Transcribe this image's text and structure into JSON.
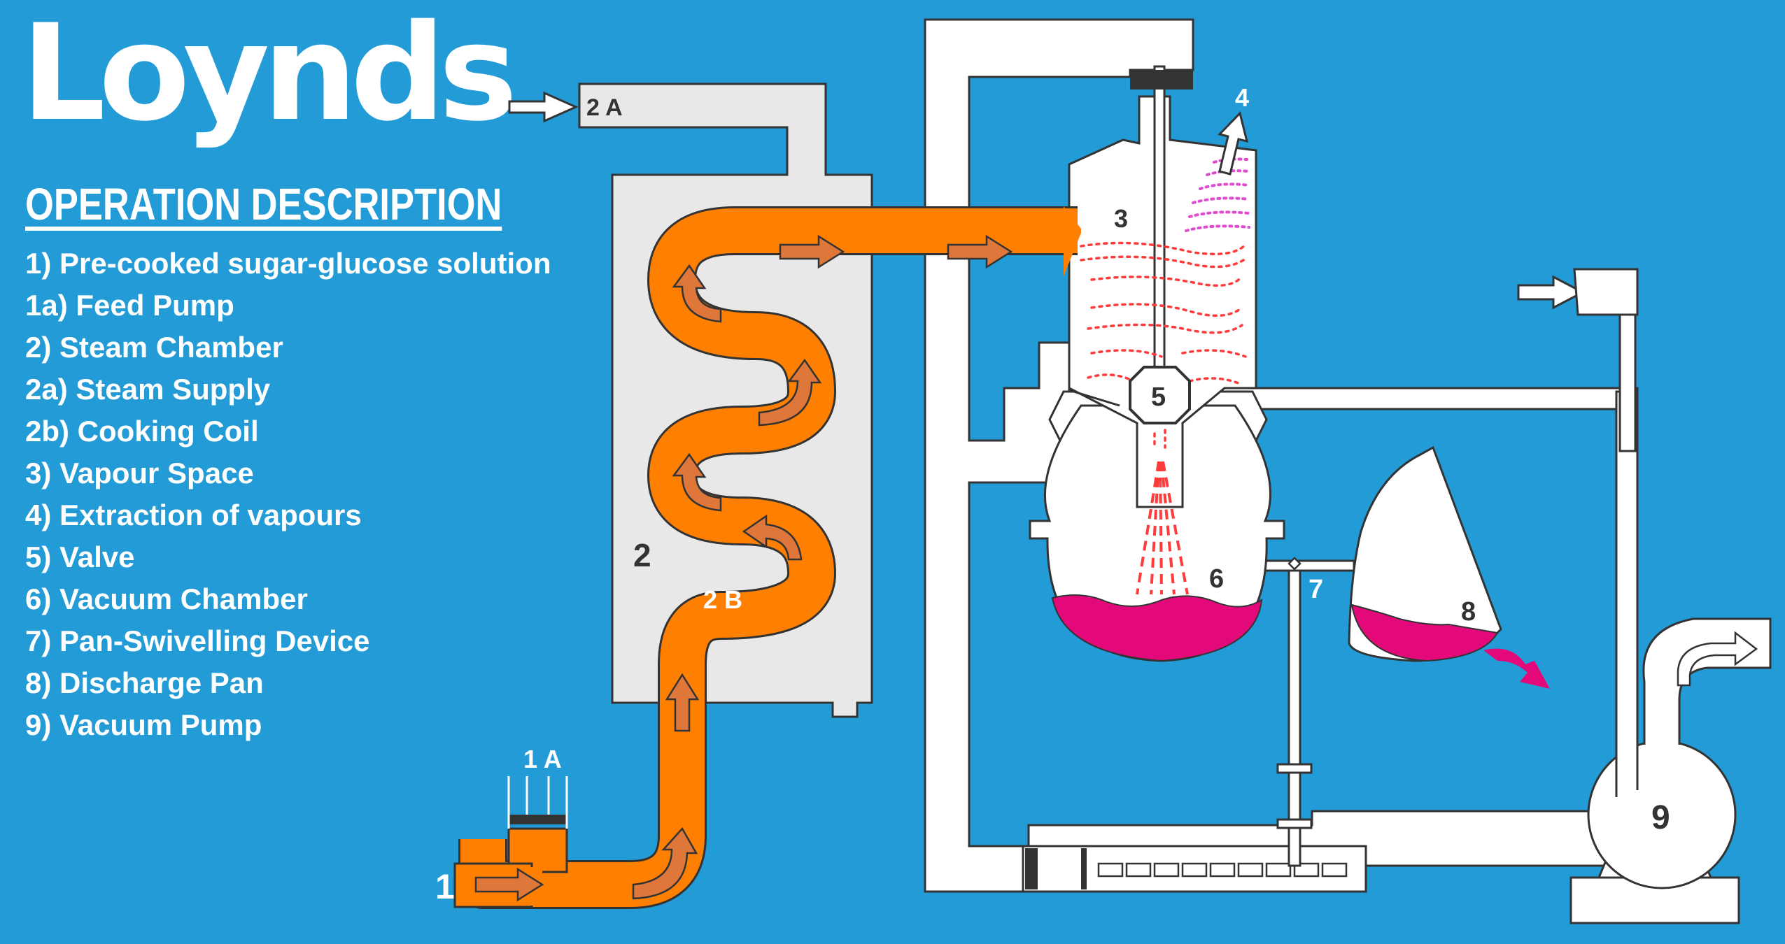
{
  "brand": {
    "logo_text": "Loynds"
  },
  "description": {
    "title": "OPERATION DESCRIPTION",
    "items": [
      "1) Pre-cooked sugar-glucose solution",
      "1a) Feed Pump",
      "2) Steam Chamber",
      "2a) Steam Supply",
      "2b) Cooking Coil",
      "3) Vapour Space",
      "4) Extraction of vapours",
      "5) Valve",
      "6) Vacuum Chamber",
      "7) Pan-Swivelling Device",
      "8) Discharge Pan",
      "9) Vacuum Pump"
    ]
  },
  "labels": {
    "l1": "1",
    "l1a": "1 A",
    "l2": "2",
    "l2a": "2 A",
    "l2b": "2 B",
    "l3": "3",
    "l4": "4",
    "l5": "5",
    "l6": "6",
    "l7": "7",
    "l8": "8",
    "l9": "9"
  },
  "colors": {
    "background": "#239bd6",
    "pipe": "#ffffff",
    "chamber": "#e8e8e8",
    "coil": "#ff7f00",
    "coil_arrow": "#e0773a",
    "syrup": "#e4097a",
    "droplets": "#ff3b3b",
    "outline": "#333333"
  }
}
